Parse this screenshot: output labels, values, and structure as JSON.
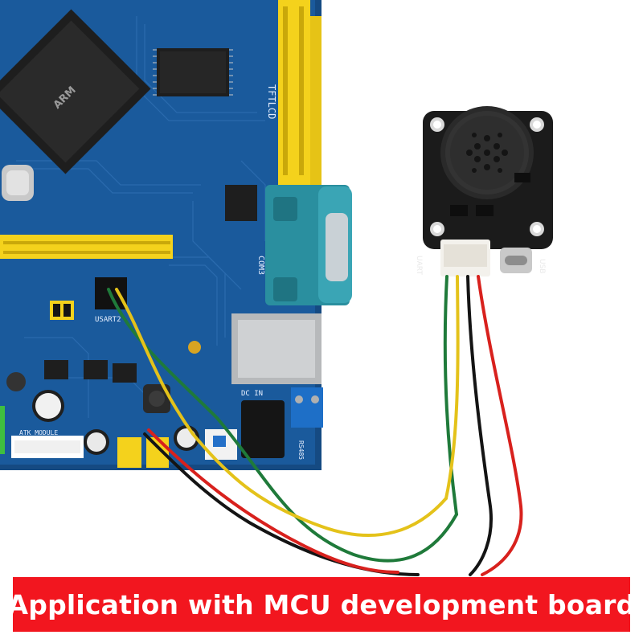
{
  "caption": {
    "text": "Application with MCU development board"
  },
  "board": {
    "chip_brand": "ARM",
    "connector_com": "COM3",
    "usart_label": "USART2",
    "lcd_label": "TFTLCD",
    "module_label": "ATK MODULE",
    "dc_label": "DC IN",
    "rs485_label": "RS485"
  },
  "module": {
    "uart_label": "UART",
    "usb_label": "USB"
  },
  "colors": {
    "pcb_blue": "#1a5a9c",
    "module_black": "#1b1b1b",
    "banner_red": "#f2161f",
    "header_yellow": "#f4d21c",
    "connector_teal": "#2a8f9f"
  }
}
